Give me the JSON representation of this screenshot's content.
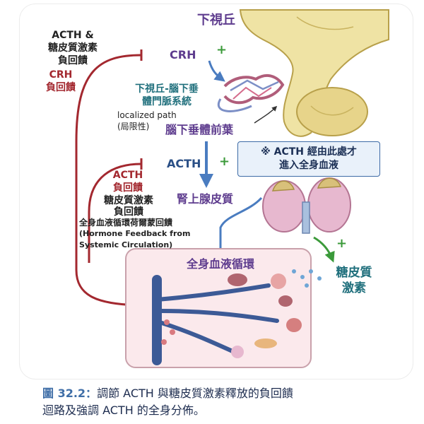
{
  "labels": {
    "hypothalamus": "下視丘",
    "crh": "CRH",
    "crh_plus": "+",
    "portal_system_line1": "下視丘-腦下垂",
    "portal_system_line2": "體門脈系統",
    "localized_path": "localized path",
    "localized_path_zh": "(局限性)",
    "anterior_pituitary": "腦下垂體前葉",
    "acth": "ACTH",
    "acth_plus": "+",
    "adrenal_cortex": "腎上腺皮質",
    "systemic_circulation": "全身血液循環",
    "glucocorticoid_line1": "糖皮質",
    "glucocorticoid_line2": "激素",
    "glucocorticoid_plus": "+"
  },
  "note_box": {
    "line1": "※ ACTH 經由此處才",
    "line2": "進入全身血液"
  },
  "feedback": {
    "outer_line1": "ACTH &",
    "outer_line2": "糖皮質激素",
    "outer_line3": "負回饋",
    "crh_red_line1": "CRH",
    "crh_red_line2": "負回饋",
    "acth_red_line1": "ACTH",
    "acth_red_line2": "負回饋",
    "gluco_line1": "糖皮質激素",
    "gluco_line2": "負回饋",
    "hormone_line1": "全身血液循環荷爾蒙回饋",
    "hormone_line2": "(Hormone Feedback from",
    "hormone_line3": "Systemic Circulation)"
  },
  "caption": {
    "figure_number": "圖 32.2：",
    "text_line1": "調節 ACTH 與糖皮質激素釋放的負回饋",
    "text_line2": "迴路及強調 ACTH 的全身分佈。"
  },
  "colors": {
    "feedback_red": "#a3282f",
    "flow_blue": "#4a7cc0",
    "plus_green": "#3b9a3a",
    "hypothalamus_purple": "#5e3c8e",
    "pituitary_yellow": "#efe3a4",
    "circulation_pink": "#fbe9ec"
  }
}
